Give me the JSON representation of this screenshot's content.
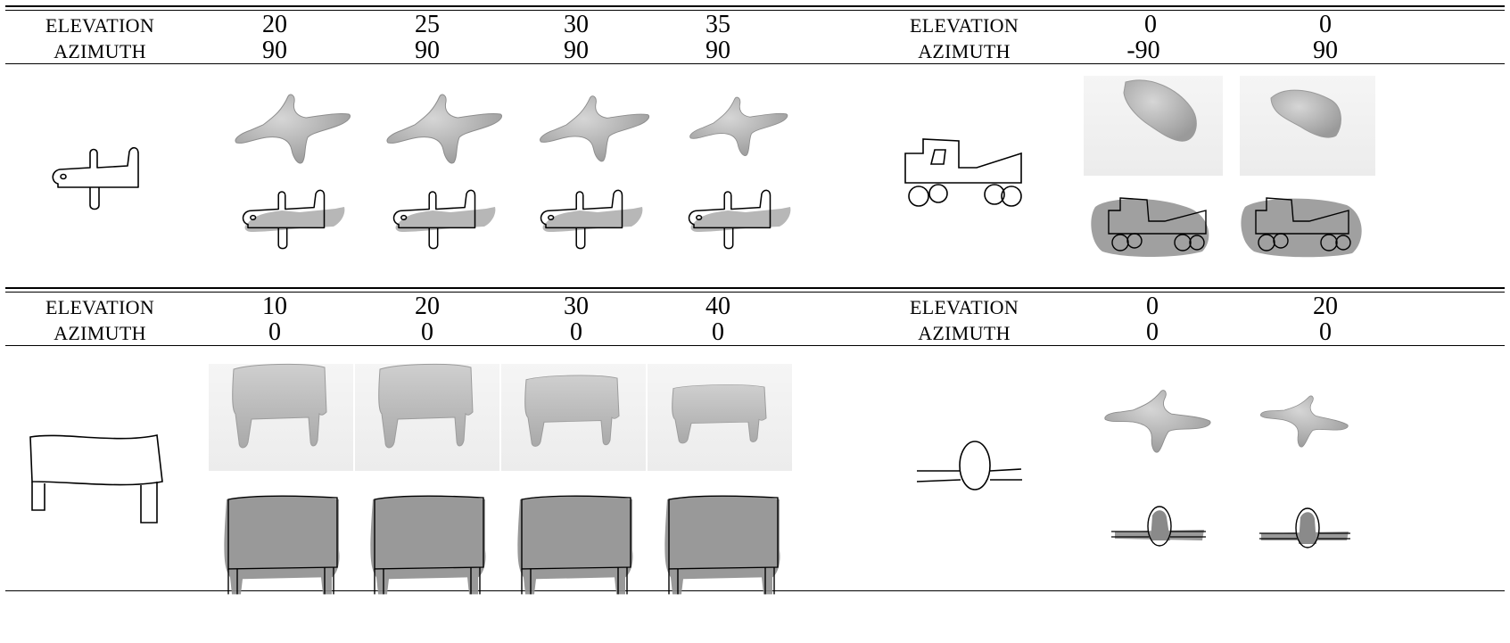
{
  "labels": {
    "elevation": "ELEVATION",
    "azimuth": "AZIMUTH"
  },
  "top_left": {
    "elevation": [
      "20",
      "25",
      "30",
      "35"
    ],
    "azimuth": [
      "90",
      "90",
      "90",
      "90"
    ]
  },
  "top_right": {
    "elevation": [
      "0",
      "0"
    ],
    "azimuth": [
      "-90",
      "90"
    ]
  },
  "bottom_left": {
    "elevation": [
      "10",
      "20",
      "30",
      "40"
    ],
    "azimuth": [
      "0",
      "0",
      "0",
      "0"
    ]
  },
  "bottom_right": {
    "elevation": [
      "0",
      "20"
    ],
    "azimuth": [
      "0",
      "0"
    ]
  },
  "colors": {
    "shape_fill": "#b9b9b9",
    "shape_dark": "#8d8d8d",
    "line": "#000000",
    "bg_panel": "#efefef"
  }
}
